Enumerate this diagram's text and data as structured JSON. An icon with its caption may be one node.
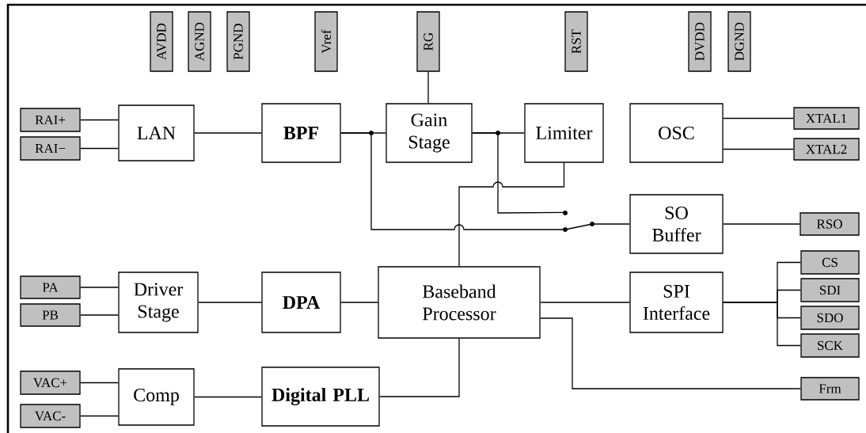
{
  "diagram": {
    "nodes": [
      {
        "text": [
          "AVDD"
        ]
      },
      {
        "text": [
          "AGND"
        ]
      },
      {
        "text": [
          "PGND"
        ]
      },
      {
        "text": [
          "Vref"
        ]
      },
      {
        "text": [
          "RG"
        ]
      },
      {
        "text": [
          "RST"
        ]
      },
      {
        "text": [
          "DVDD"
        ]
      },
      {
        "text": [
          "DGND"
        ]
      },
      {
        "text": [
          "RAI+"
        ]
      },
      {
        "text": [
          "RAI−"
        ]
      },
      {
        "text": [
          "LAN"
        ]
      },
      {
        "text": [
          "BPF"
        ]
      },
      {
        "text": [
          "Gain Stage"
        ]
      },
      {
        "text": [
          "Limiter"
        ]
      },
      {
        "text": [
          "OSC"
        ]
      },
      {
        "text": [
          "XTAL1"
        ]
      },
      {
        "text": [
          "XTAL2"
        ]
      },
      {
        "text": [
          "SO Buffer"
        ]
      },
      {
        "text": [
          "RSO"
        ]
      },
      {
        "text": [
          "PA"
        ]
      },
      {
        "text": [
          "PB"
        ]
      },
      {
        "text": [
          "Driver Stage"
        ]
      },
      {
        "text": [
          "DPA"
        ]
      },
      {
        "text": [
          "Baseband Processor"
        ]
      },
      {
        "text": [
          "SPI Interface"
        ]
      },
      {
        "text": [
          "CS"
        ]
      },
      {
        "text": [
          "SDI"
        ]
      },
      {
        "text": [
          "SDO"
        ]
      },
      {
        "text": [
          "SCK"
        ]
      },
      {
        "text": [
          "Frm"
        ]
      },
      {
        "text": [
          "VAC+"
        ]
      },
      {
        "text": [
          "VAC-"
        ]
      },
      {
        "text": [
          "Comp"
        ]
      },
      {
        "text": [
          "Digital PLL"
        ]
      },
      {
        "text": [],
        "shape": "switch"
      }
    ],
    "edges": [
      {
        "from": 8,
        "to": 10,
        "arrow": "none"
      },
      {
        "from": 9,
        "to": 10,
        "arrow": "none"
      },
      {
        "from": 10,
        "to": 11,
        "arrow": "none"
      },
      {
        "from": 11,
        "to": 12,
        "arrow": "none"
      },
      {
        "from": 4,
        "to": 12,
        "arrow": "none"
      },
      {
        "from": 12,
        "to": 13,
        "arrow": "none"
      },
      {
        "from": 14,
        "to": 15,
        "arrow": "none"
      },
      {
        "from": 14,
        "to": 16,
        "arrow": "none"
      },
      {
        "from": 11,
        "to": 34,
        "arrow": "none"
      },
      {
        "from": 12,
        "to": 34,
        "arrow": "none"
      },
      {
        "from": 17,
        "to": 18,
        "arrow": "none"
      },
      {
        "from": 13,
        "to": 23,
        "arrow": "none"
      },
      {
        "from": 19,
        "to": 21,
        "arrow": "none"
      },
      {
        "from": 20,
        "to": 21,
        "arrow": "none"
      },
      {
        "from": 21,
        "to": 22,
        "arrow": "none"
      },
      {
        "from": 22,
        "to": 23,
        "arrow": "none"
      },
      {
        "from": 23,
        "to": 24,
        "arrow": "none"
      },
      {
        "from": 24,
        "to": 25,
        "arrow": "none"
      },
      {
        "from": 24,
        "to": 26,
        "arrow": "none"
      },
      {
        "from": 24,
        "to": 27,
        "arrow": "none"
      },
      {
        "from": 24,
        "to": 28,
        "arrow": "none"
      },
      {
        "from": 23,
        "to": 29,
        "arrow": "none"
      },
      {
        "from": 30,
        "to": 32,
        "arrow": "none"
      },
      {
        "from": 31,
        "to": 32,
        "arrow": "none"
      },
      {
        "from": 32,
        "to": 33,
        "arrow": "none"
      },
      {
        "from": 33,
        "to": 23,
        "arrow": "none"
      },
      {
        "from": 34,
        "to": 17,
        "arrow": "none"
      }
    ]
  }
}
